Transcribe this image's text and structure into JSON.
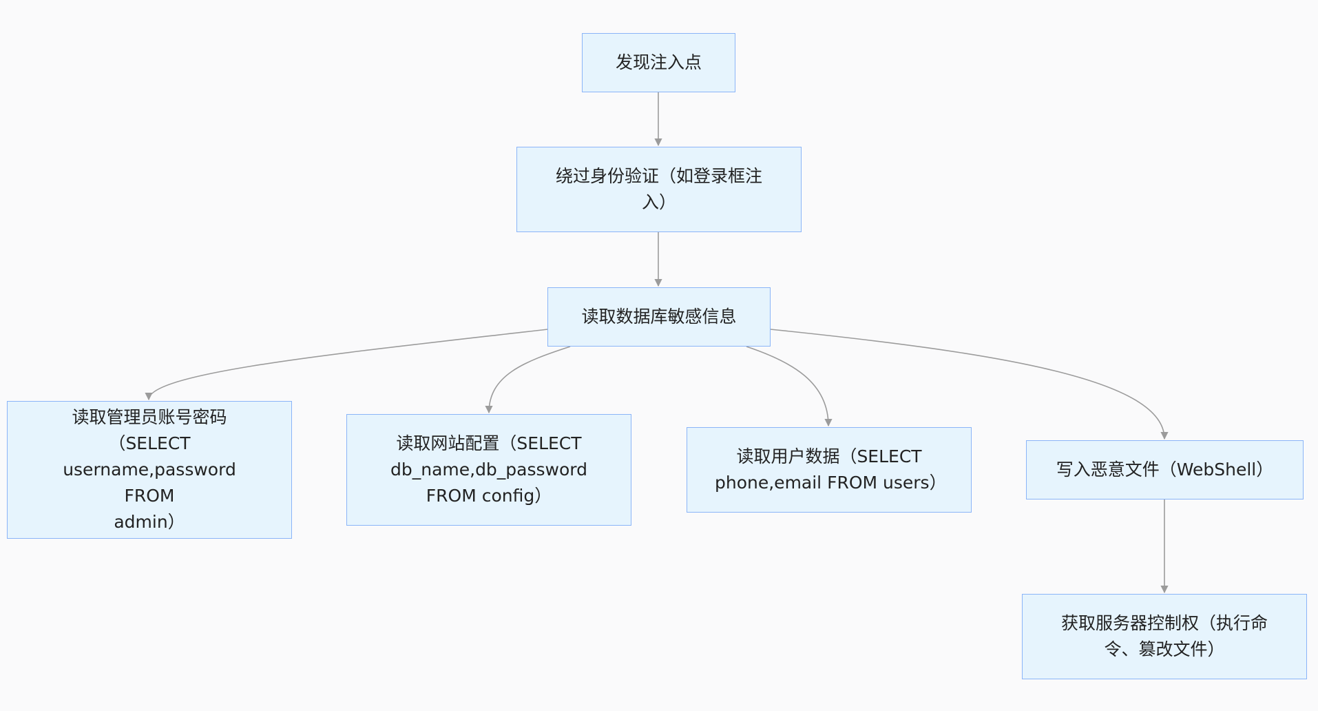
{
  "diagram": {
    "nodes": [
      {
        "id": "n1",
        "label": "发现注入点"
      },
      {
        "id": "n2",
        "label": "绕过身份验证（如登录框注\n入）"
      },
      {
        "id": "n3",
        "label": "读取数据库敏感信息"
      },
      {
        "id": "n4",
        "label": "读取管理员账号密码\n（SELECT\nusername,password FROM\nadmin）"
      },
      {
        "id": "n5",
        "label": "读取网站配置（SELECT\ndb_name,db_password\nFROM config）"
      },
      {
        "id": "n6",
        "label": "读取用户数据（SELECT\nphone,email FROM users）"
      },
      {
        "id": "n7",
        "label": "写入恶意文件（WebShell）"
      },
      {
        "id": "n8",
        "label": "获取服务器控制权（执行命\n令、篡改文件）"
      }
    ],
    "edges": [
      {
        "from": "n1",
        "to": "n2"
      },
      {
        "from": "n2",
        "to": "n3"
      },
      {
        "from": "n3",
        "to": "n4"
      },
      {
        "from": "n3",
        "to": "n5"
      },
      {
        "from": "n3",
        "to": "n6"
      },
      {
        "from": "n3",
        "to": "n7"
      },
      {
        "from": "n7",
        "to": "n8"
      }
    ],
    "colors": {
      "node_fill": "#e6f4fd",
      "node_border": "#8ab4f8",
      "edge": "#9b9b9b",
      "background": "#fafafb",
      "text": "#222222"
    }
  }
}
